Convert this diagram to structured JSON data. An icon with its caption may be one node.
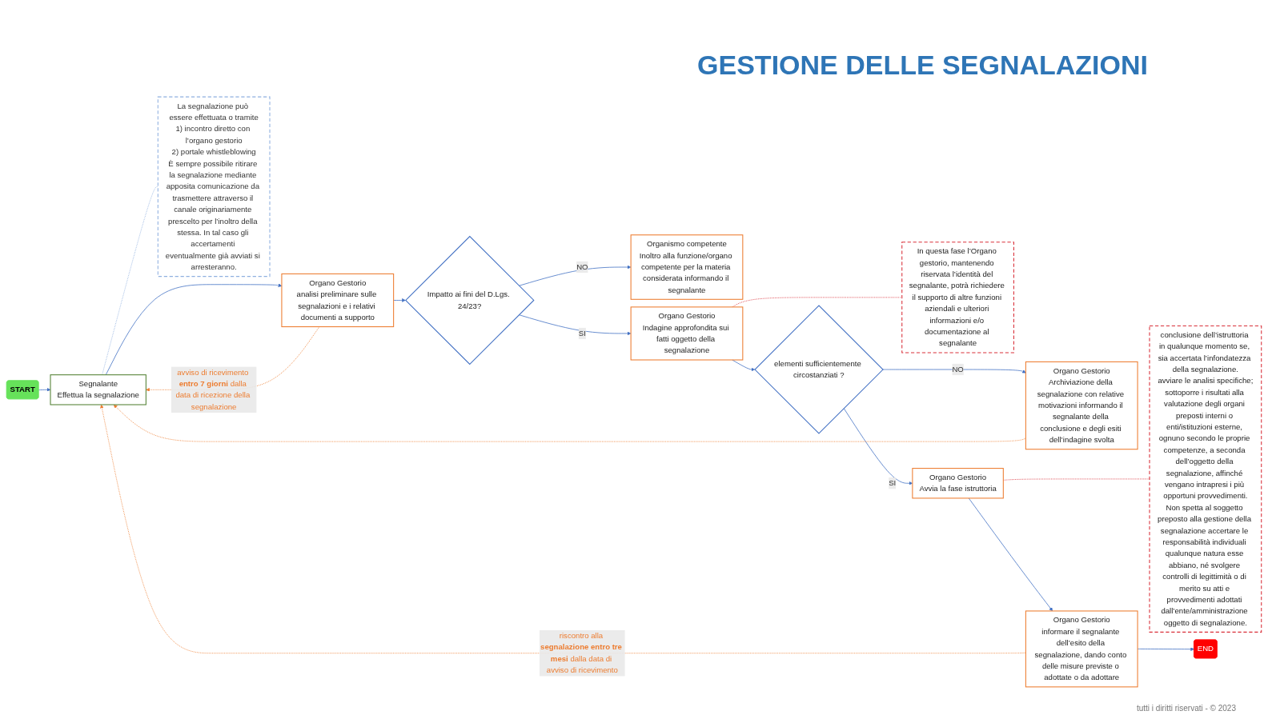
{
  "diagram": {
    "title": "GESTIONE DELLE SEGNALAZIONI",
    "nodes": [
      {
        "text": [
          "START"
        ]
      },
      {
        "text": [
          "Segnalante",
          "Effettua la segnalazione"
        ]
      },
      {
        "text": [
          "La segnalazione può essere effettuata o tramite",
          "1) incontro diretto con l’organo gestorio",
          "2) portale whistleblowing",
          "È sempre possibile ritirare la segnalazione mediante apposita comunicazione da trasmettere attraverso il canale originariamente prescelto per l’inoltro della stessa. In tal caso gli accertamenti eventualmente già avviati si arresteranno."
        ]
      },
      {
        "text": [
          "Organo Gestorio",
          "analisi preliminare sulle segnalazioni e i relativi documenti a supporto"
        ]
      },
      {
        "text": [
          "Impatto ai fini del D.Lgs. 24/23?"
        ]
      },
      {
        "text": [
          "Organismo competente",
          "Inoltro alla funzione/organo competente per la materia considerata informando il segnalante"
        ]
      },
      {
        "text": [
          "Organo Gestorio",
          "Indagine approfondita sui fatti oggetto della segnalazione"
        ]
      },
      {
        "text": [
          "In questa fase l’Organo gestorio, mantenendo riservata l’identità del segnalante, potrà richiedere il supporto di altre funzioni aziendali e ulteriori informazioni e/o documentazione al segnalante"
        ]
      },
      {
        "text": [
          "elementi sufficientemente circostanziati ?"
        ]
      },
      {
        "text": [
          "Organo Gestorio",
          "Archiviazione della segnalazione con relative motivazioni informando il segnalante della conclusione e degli esiti dell’indagine svolta"
        ]
      },
      {
        "text": [
          "Organo Gestorio",
          "Avvia la fase istruttoria"
        ]
      },
      {
        "text": [
          "conclusione dell’istruttoria in qualunque momento se, sia accertata l’infondatezza della segnalazione.",
          "avviare le analisi specifiche;",
          "sottoporre i risultati alla valutazione degli organi preposti interni o enti/istituzioni esterne, ognuno secondo le proprie competenze, a seconda dell’oggetto della segnalazione, affinché vengano intrapresi i più opportuni provvedimenti.",
          "Non spetta al soggetto preposto alla gestione della segnalazione accertare le responsabilità individuali qualunque natura esse abbiano, né svolgere controlli di legittimità o di merito su atti e provvedimenti adottati dall’ente/amministrazione oggetto di segnalazione."
        ]
      },
      {
        "text": [
          "Organo Gestorio",
          "informare il segnalante dell’esito della segnalazione, dando conto delle misure previste o adottate o da adottare"
        ]
      },
      {
        "text": [
          "END"
        ]
      }
    ],
    "edges": [
      {
        "from": 0,
        "to": 1,
        "arrow": "to"
      },
      {
        "from": 1,
        "to": 3,
        "arrow": "to"
      },
      {
        "from": 3,
        "to": 1,
        "arrow": "to",
        "style": "dashed",
        "color": "#ed7d31",
        "label": "avviso di ricevimento **entro 7 giorni** dalla data di ricezione della segnalazione"
      },
      {
        "from": 1,
        "to": 2,
        "arrow": "none",
        "style": "dashed",
        "color": "#8fb0e0"
      },
      {
        "from": 3,
        "to": 4,
        "arrow": "to"
      },
      {
        "from": 4,
        "to": 5,
        "arrow": "to",
        "label": "NO"
      },
      {
        "from": 4,
        "to": 6,
        "arrow": "to",
        "label": "SI"
      },
      {
        "from": 6,
        "to": 7,
        "arrow": "none",
        "style": "dashed",
        "color": "#d9303a"
      },
      {
        "from": 6,
        "to": 8,
        "arrow": "to"
      },
      {
        "from": 8,
        "to": 9,
        "arrow": "to",
        "label": "NO"
      },
      {
        "from": 8,
        "to": 10,
        "arrow": "to",
        "label": "SI"
      },
      {
        "from": 10,
        "to": 11,
        "arrow": "none",
        "style": "dashed",
        "color": "#d9303a"
      },
      {
        "from": 10,
        "to": 12,
        "arrow": "to"
      },
      {
        "from": 12,
        "to": 13,
        "arrow": "to"
      },
      {
        "from": 9,
        "to": 1,
        "arrow": "to",
        "style": "dashed",
        "color": "#ed7d31"
      },
      {
        "from": 12,
        "to": 1,
        "arrow": "to",
        "style": "dashed",
        "color": "#ed7d31",
        "label": "riscontro alla **segnalazione entro tre mesi** dalla data di avviso di ricevimento"
      }
    ],
    "labels": [
      "tutti i diritti riservati - © 2023"
    ]
  }
}
